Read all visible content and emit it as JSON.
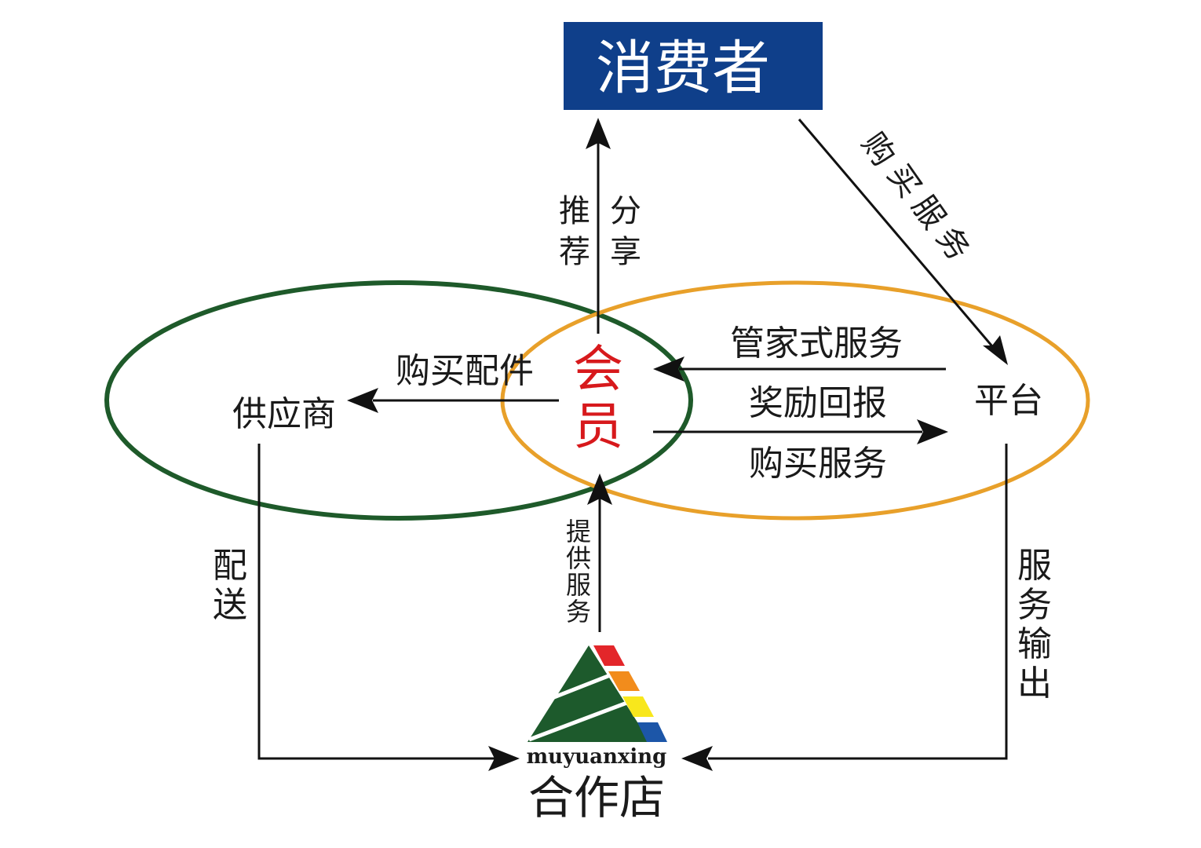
{
  "nodes": {
    "consumer": "消费者",
    "member": "会员",
    "supplier": "供应商",
    "platform": "平台",
    "partner_store": "合作店"
  },
  "edges": {
    "recommend": "推荐",
    "share": "分享",
    "buy_service_consumer": "购买服务",
    "butler_service": "管家式服务",
    "buy_parts": "购买配件",
    "reward": "奖励回报",
    "buy_service_member": "购买服务",
    "provide_service": "提供服务",
    "delivery": "配送",
    "service_output": "服务输出"
  },
  "logo": {
    "wordmark": "muyuanxing"
  },
  "colors": {
    "consumer_bg": "#0f3f8a",
    "green_ellipse": "#1e5a2a",
    "orange_ellipse": "#e8a02a",
    "member_text": "#d7191c",
    "logo_green": "#1d5a2c",
    "logo_red": "#e3262a",
    "logo_orange": "#f28c1c",
    "logo_yellow": "#f8e71c",
    "logo_blue": "#1c56a8"
  }
}
